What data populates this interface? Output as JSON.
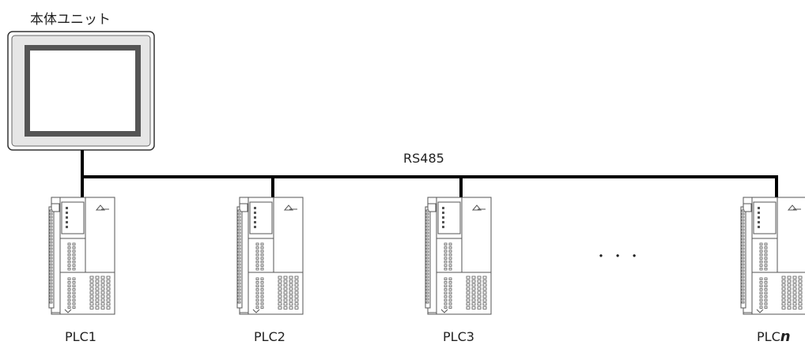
{
  "main_unit": {
    "label": "本体ユニット"
  },
  "bus": {
    "label": "RS485"
  },
  "plcs": [
    {
      "label": "PLC1",
      "suffix": ""
    },
    {
      "label": "PLC2",
      "suffix": ""
    },
    {
      "label": "PLC3",
      "suffix": ""
    },
    {
      "label": "PLC",
      "suffix": "n"
    }
  ],
  "ellipsis": "・ ・ ・"
}
